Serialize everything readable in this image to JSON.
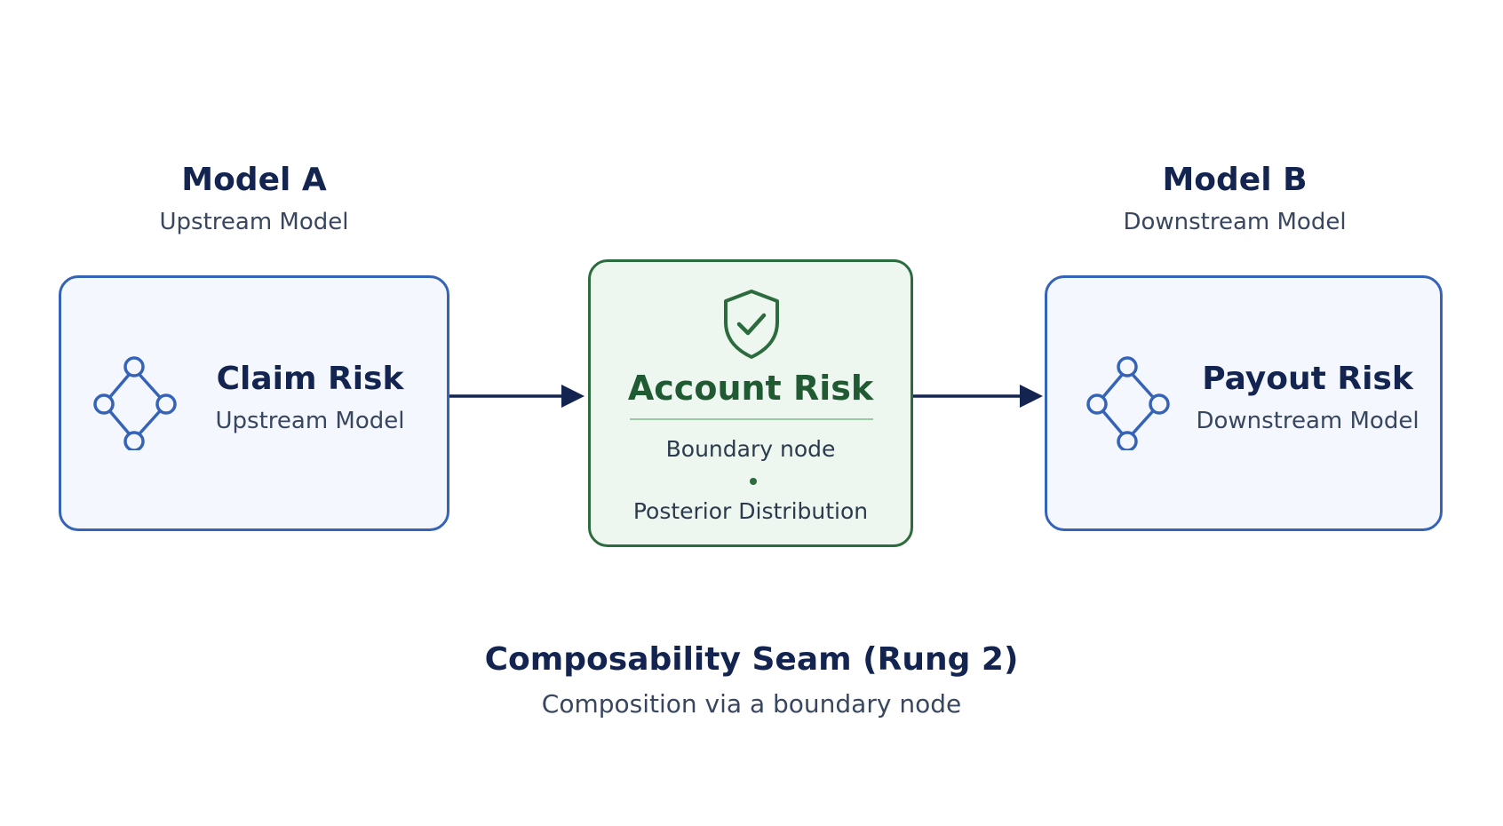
{
  "model_a": {
    "title": "Model A",
    "subtitle": "Upstream Model"
  },
  "model_b": {
    "title": "Model B",
    "subtitle": "Downstream Model"
  },
  "left_box": {
    "name": "Claim Risk",
    "desc": "Upstream Model",
    "icon": "graph-node-icon"
  },
  "center_box": {
    "name": "Account Risk",
    "line1": "Boundary node",
    "line2": "Posterior Distribution",
    "icon": "shield-check-icon"
  },
  "right_box": {
    "name": "Payout Risk",
    "desc": "Downstream Model",
    "icon": "graph-node-icon"
  },
  "footer": {
    "title": "Composability Seam (Rung 2)",
    "subtitle": "Composition via a boundary node"
  },
  "colors": {
    "navy": "#12244f",
    "blue_border": "#3563b7",
    "green_border": "#2b6b3d",
    "green_fill": "#edf6ef",
    "blue_fill": "#f4f7fd"
  }
}
